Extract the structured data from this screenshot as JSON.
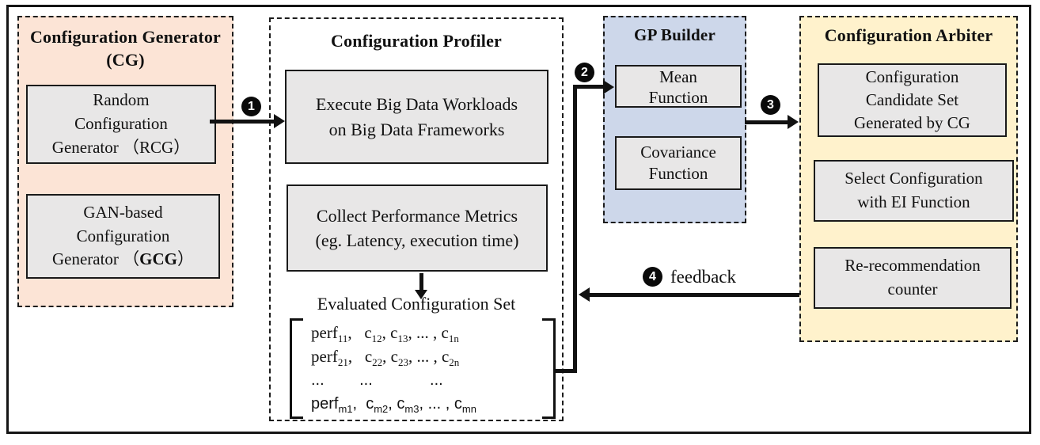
{
  "diagram": {
    "colors": {
      "cg_bg": "#fce4d6",
      "gp_bg": "#cdd7ea",
      "arbiter_bg": "#fff2cc",
      "box_bg": "#e8e7e7",
      "line": "#111111"
    },
    "panels": {
      "cg": {
        "title": "Configuration Generator\n(CG)",
        "rcg_box": "Random\nConfiguration\nGenerator （RCG）",
        "gcg_pre": "GAN-based\nConfiguration\nGenerator （",
        "gcg_bold": "GCG",
        "gcg_post": "）"
      },
      "profiler": {
        "title": "Configuration Profiler",
        "execute_box": "Execute Big Data Workloads\non Big Data Frameworks",
        "collect_box": "Collect Performance Metrics\n(eg. Latency, execution time)",
        "eval_label": "Evaluated Configuration Set"
      },
      "gp": {
        "title": "GP Builder",
        "mean_box": "Mean\nFunction",
        "cov_box": "Covariance\nFunction"
      },
      "arbiter": {
        "title": "Configuration Arbiter",
        "candidate_box": "Configuration\nCandidate Set\nGenerated by CG",
        "select_box": "Select Configuration\nwith EI Function",
        "counter_box": "Re-recommendation\ncounter"
      }
    },
    "steps": {
      "s1": "1",
      "s2": "2",
      "s3": "3",
      "s4": "4"
    },
    "feedback_label": "feedback",
    "matrix": {
      "rows": [
        {
          "font": "serif",
          "segs": [
            {
              "t": "perf",
              "s": "11"
            },
            {
              "t": ",   "
            },
            {
              "t": "c",
              "s": "12"
            },
            {
              "t": ", "
            },
            {
              "t": "c",
              "s": "13"
            },
            {
              "t": ", ... , "
            },
            {
              "t": "c",
              "s": "1n"
            }
          ]
        },
        {
          "font": "serif",
          "segs": [
            {
              "t": "perf",
              "s": "21"
            },
            {
              "t": ",   "
            },
            {
              "t": "c",
              "s": "22"
            },
            {
              "t": ", "
            },
            {
              "t": "c",
              "s": "23"
            },
            {
              "t": ", ... , "
            },
            {
              "t": "c",
              "s": "2n"
            }
          ]
        },
        {
          "font": "sans",
          "segs": [
            {
              "t": "...        ...             ..."
            }
          ]
        },
        {
          "font": "sans",
          "segs": [
            {
              "t": "perf",
              "s": "m1"
            },
            {
              "t": ",  "
            },
            {
              "t": "c",
              "s": "m2"
            },
            {
              "t": ", "
            },
            {
              "t": "c",
              "s": "m3"
            },
            {
              "t": ", ... , "
            },
            {
              "t": "c",
              "s": "mn"
            }
          ]
        }
      ]
    }
  }
}
